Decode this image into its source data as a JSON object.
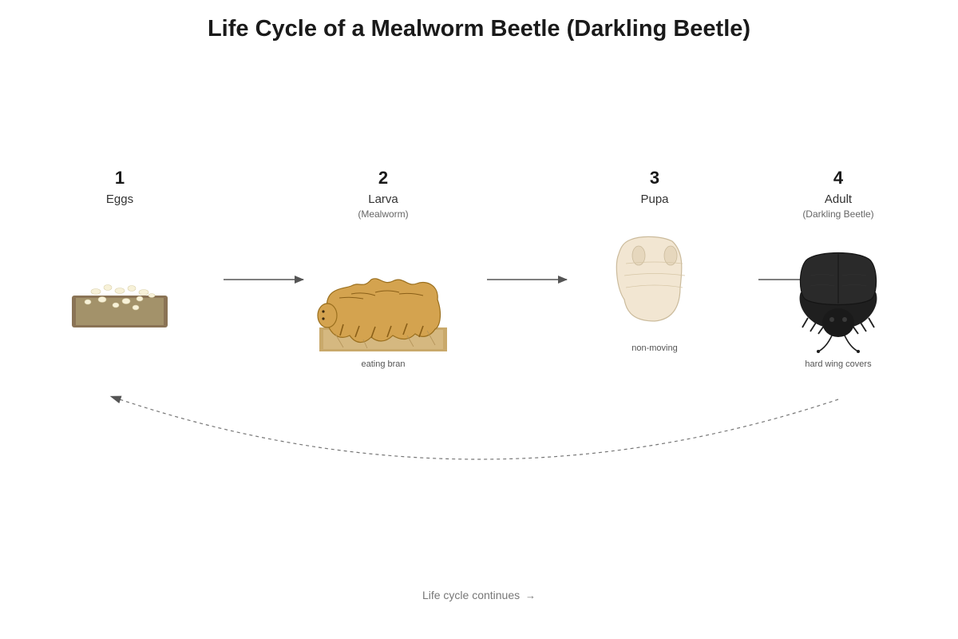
{
  "title": "Life Cycle of a Mealworm Beetle (Darkling Beetle)",
  "stages": [
    {
      "number": "1",
      "name": "Eggs",
      "subtitle": "",
      "caption": ""
    },
    {
      "number": "2",
      "name": "Larva",
      "subtitle": "(Mealworm)",
      "caption": "eating bran"
    },
    {
      "number": "3",
      "name": "Pupa",
      "subtitle": "",
      "caption": "non-moving"
    },
    {
      "number": "4",
      "name": "Adult",
      "subtitle": "(Darkling Beetle)",
      "caption": "hard wing covers"
    }
  ],
  "footer": {
    "text": "Life cycle continues",
    "arrow": "→"
  },
  "colors": {
    "egg_tray": "#8a7355",
    "egg": "#f5efd6",
    "larva": "#d4a34f",
    "larva_outline": "#9a6f1e",
    "bran": "#c9a96b",
    "pupa": "#f2e6d2",
    "beetle": "#1f1f1f",
    "arrow": "#555555"
  }
}
